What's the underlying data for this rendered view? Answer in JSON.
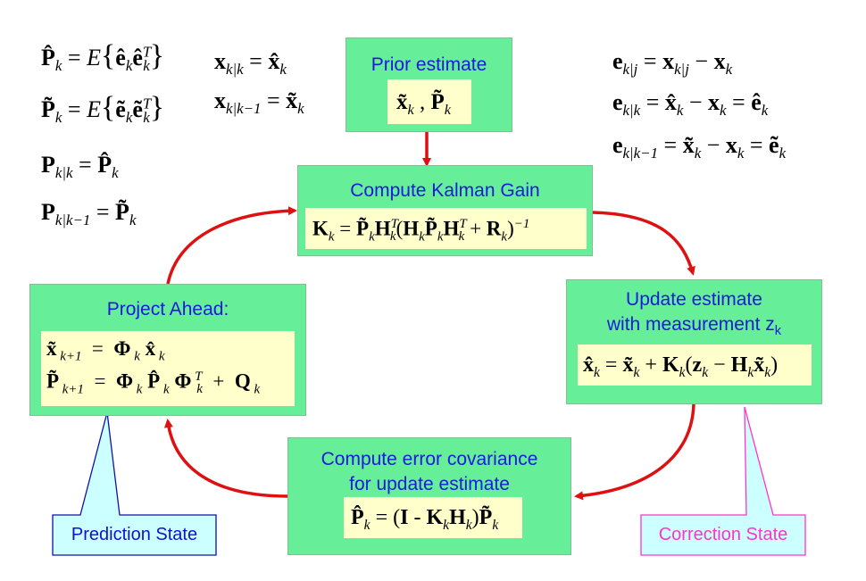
{
  "left_equations": [
    "P̂ₖ = E{ êₖ êₖᵀ }",
    "P̃ₖ = E{ ẽₖ ẽₖᵀ }",
    "Pₖ|ₖ = P̂ₖ",
    "Pₖ|ₖ₋₁ = P̃ₖ"
  ],
  "middle_equations": [
    "xₖ|ₖ = x̂ₖ",
    "xₖ|ₖ₋₁ = x̃ₖ"
  ],
  "right_equations": [
    "eₖ|ⱼ = xₖ|ⱼ − xₖ",
    "eₖ|ₖ = x̂ₖ − xₖ = êₖ",
    "eₖ|ₖ₋₁ = x̃ₖ − xₖ = ẽₖ"
  ],
  "prior": {
    "title": "Prior estimate",
    "formula": "x̃ₖ , P̃ₖ"
  },
  "gain": {
    "title": "Compute Kalman Gain",
    "formula": "Kₖ = P̃ₖ Hₖᵀ (Hₖ P̃ₖ Hₖᵀ + Rₖ)⁻¹"
  },
  "update": {
    "title_line1": "Update estimate",
    "title_line2": "with measurement z",
    "title_sub": "k",
    "formula": "x̂ₖ = x̃ₖ + Kₖ(zₖ − Hₖ x̃ₖ)"
  },
  "covariance": {
    "title_line1": "Compute error covariance",
    "title_line2": "for update estimate",
    "formula": "P̂ₖ = (I - Kₖ Hₖ) P̃ₖ"
  },
  "project": {
    "title": "Project Ahead:",
    "formula1": "x̃ₖ₊₁ = Φₖ x̂ₖ",
    "formula2": "P̃ₖ₊₁ = Φₖ P̂ₖ Φₖᵀ + Qₖ"
  },
  "callouts": {
    "prediction": "Prediction State",
    "correction": "Correction State"
  },
  "colors": {
    "box_fill": "#66ee99",
    "inner_fill": "#ffffcc",
    "title_blue": "#1a1adb",
    "arrow_red": "#dd1111",
    "prediction_fill": "#ccffff",
    "prediction_border": "#1111aa",
    "prediction_text": "#1111cc",
    "correction_fill": "#ccffff",
    "correction_border": "#ff33cc",
    "correction_text": "#ff33cc"
  }
}
